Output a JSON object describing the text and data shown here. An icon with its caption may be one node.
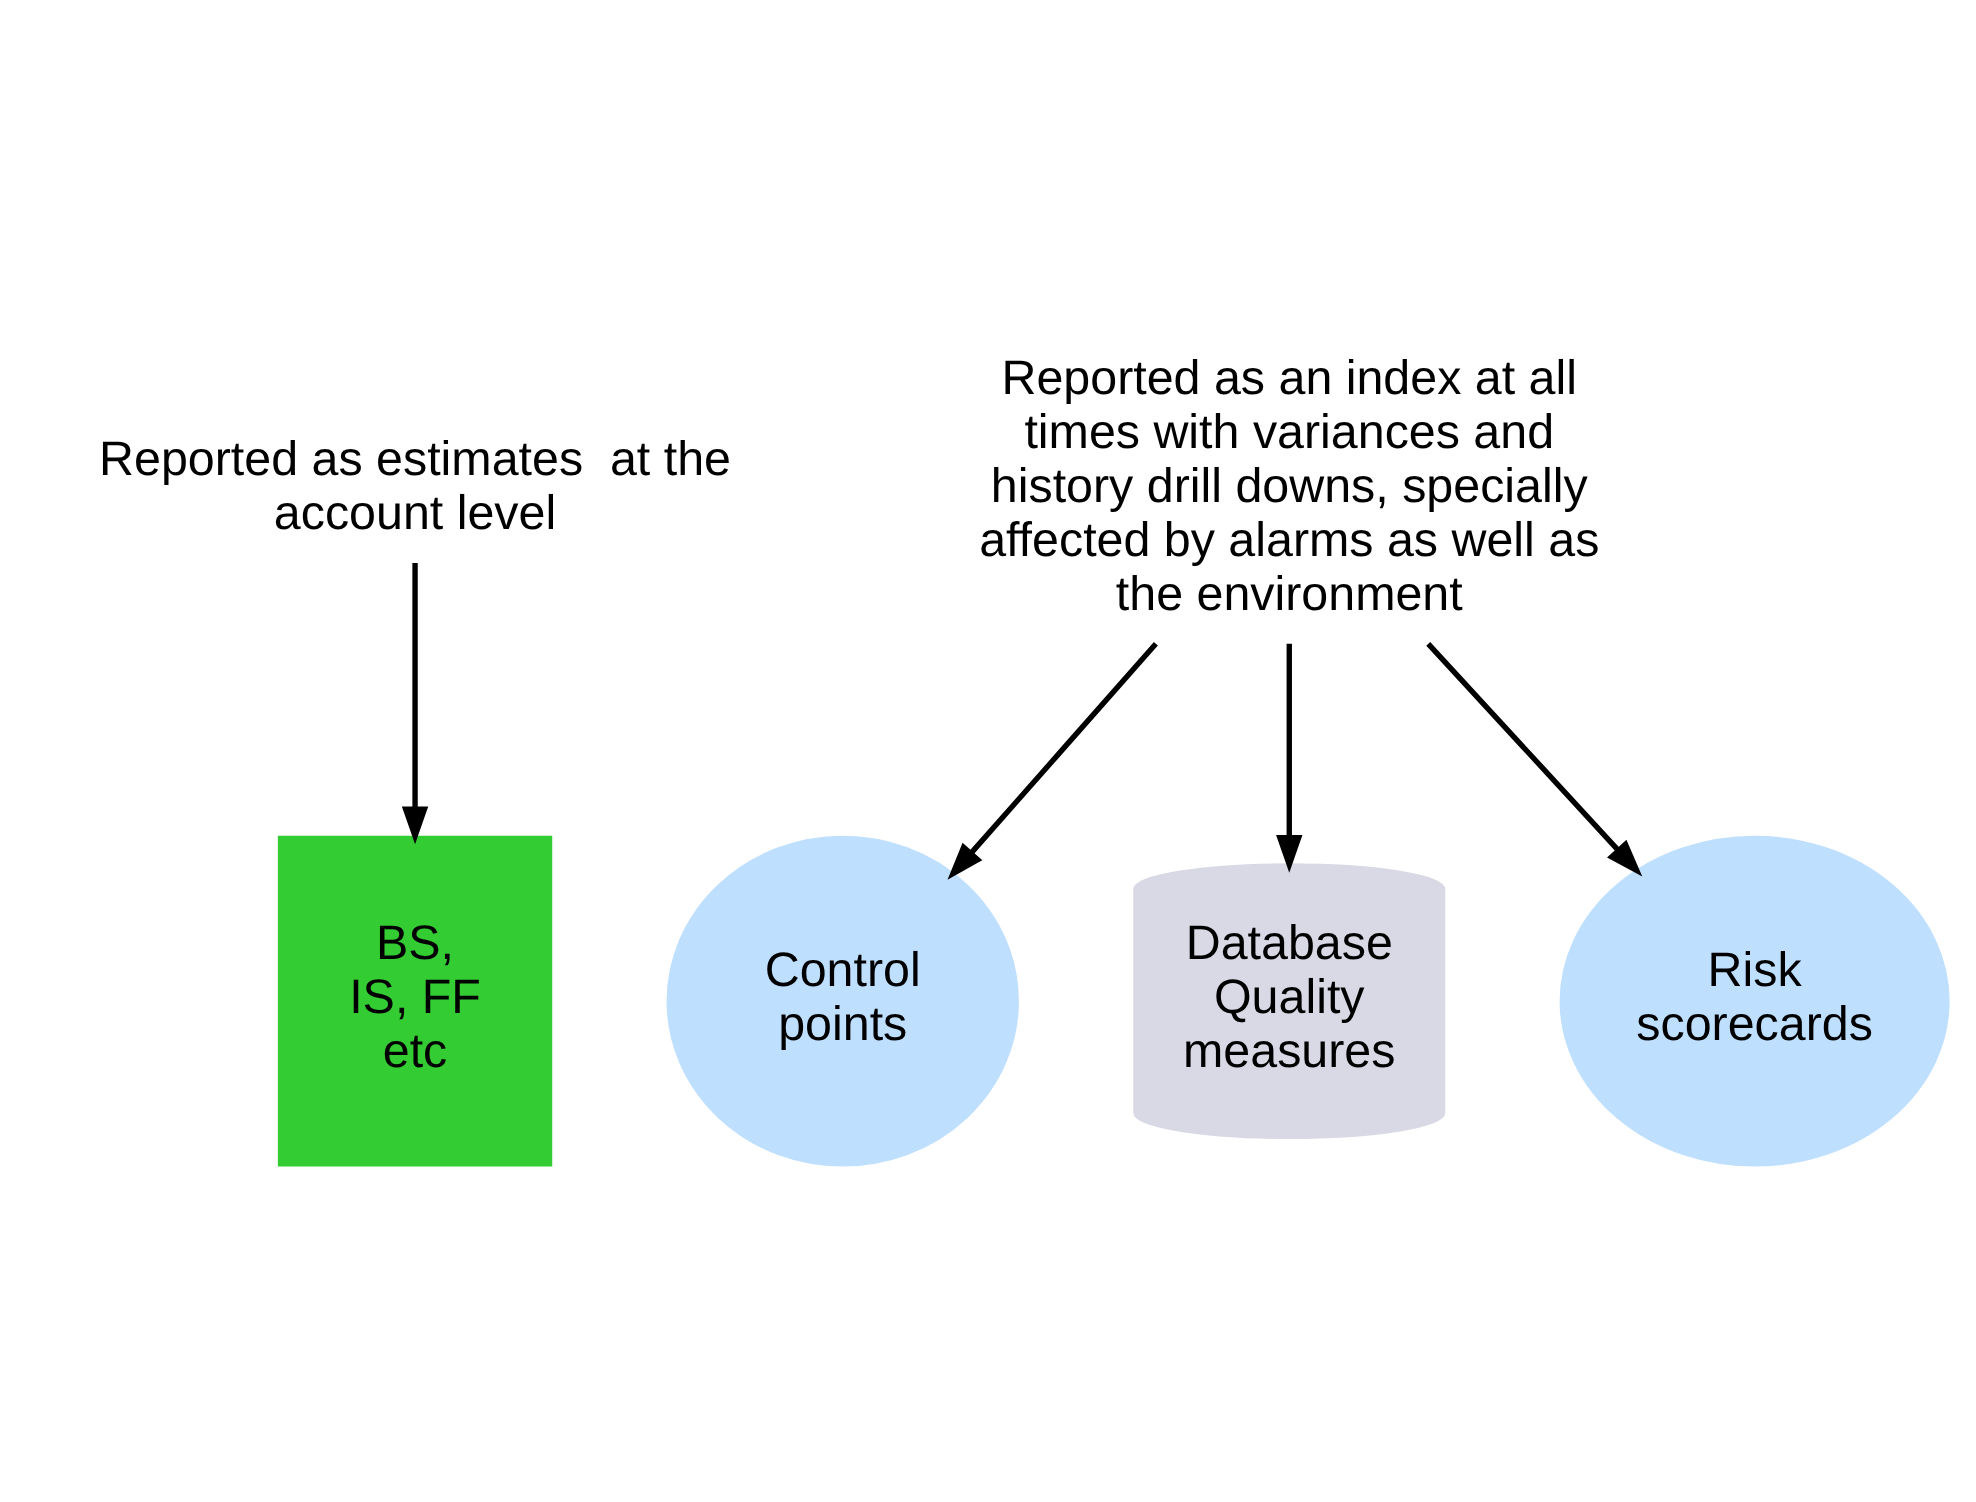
{
  "diagram": {
    "nodes": [
      {
        "text": [
          "Reported as estimates  at the account level"
        ]
      },
      {
        "text": [
          "BS, IS, FF etc"
        ]
      },
      {
        "text": [
          "Reported as an index at all times with variances and history drill downs, specially affected by alarms as well as the environment"
        ]
      },
      {
        "text": [
          "Control points"
        ]
      },
      {
        "text": [
          "Database Quality measures"
        ]
      },
      {
        "text": [
          "Risk scorecards"
        ]
      }
    ],
    "edges": [
      {
        "from": 0,
        "to": 1,
        "arrow": "to"
      },
      {
        "from": 2,
        "to": 3,
        "arrow": "to"
      },
      {
        "from": 2,
        "to": 4,
        "arrow": "to"
      },
      {
        "from": 2,
        "to": 5,
        "arrow": "to"
      }
    ]
  }
}
